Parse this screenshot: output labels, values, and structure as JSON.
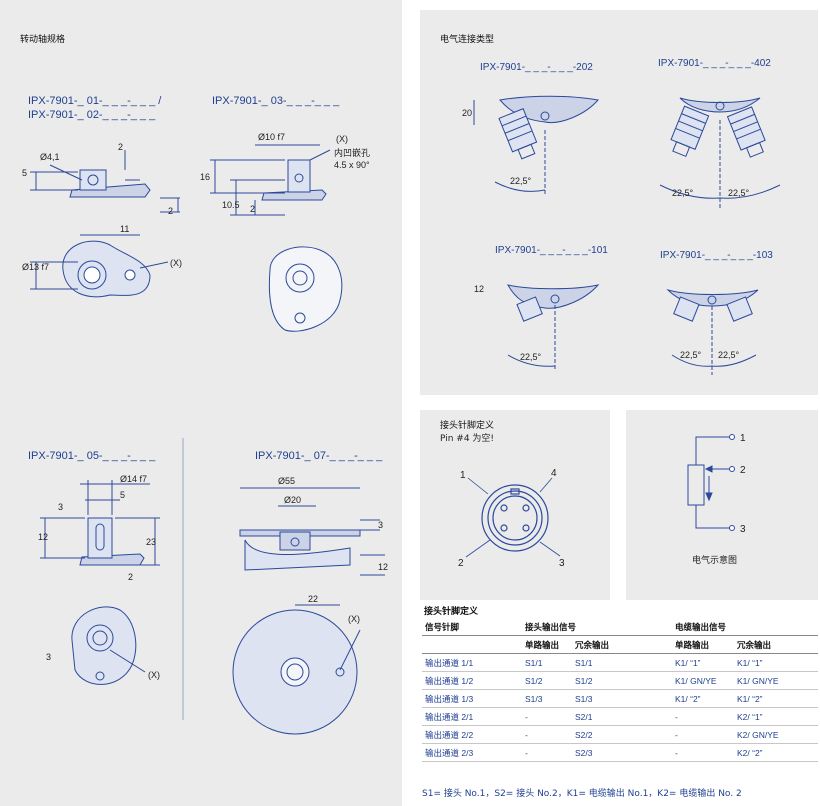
{
  "shaft": {
    "title": "转动轴规格",
    "part01_02": [
      "IPX-7901-_ 01-_ _ _-_ _ _ /",
      "IPX-7901-_ 02-_ _ _-_ _ _"
    ],
    "part03": "IPX-7901-_ 03-_ _ _-_ _ _",
    "part05": "IPX-7901-_ 05-_ _ _-_ _ _",
    "part07": "IPX-7901-_ 07-_ _ _-_ _ _",
    "dims01": {
      "d41": "Ø4,1",
      "h5": "5",
      "h2a": "2",
      "h2b": "2",
      "w11": "11",
      "d13": "Ø13 f7",
      "x": "(X)"
    },
    "dims03": {
      "d10": "Ø10 f7",
      "x": "(X)",
      "note1": "内凹嵌孔",
      "note2": "4.5 x 90°",
      "h16": "16",
      "h105": "10.5",
      "h2": "2"
    },
    "dims05": {
      "d14": "Ø14 f7",
      "w5": "5",
      "h3": "3",
      "h12": "12",
      "h23": "23",
      "h2": "2",
      "h3b": "3",
      "x": "(X)"
    },
    "dims07": {
      "d55": "Ø55",
      "d20": "Ø20",
      "h3": "3",
      "h12": "12",
      "w22": "22",
      "x": "(X)"
    }
  },
  "connection": {
    "title": "电气连接类型",
    "types": [
      {
        "code": "IPX-7901-_ _ _-_ _ _-202",
        "dim": "20",
        "angle": "22,5°"
      },
      {
        "code": "IPX-7901-_ _ _-_ _ _-402",
        "angle": "22,5°"
      },
      {
        "code": "IPX-7901-_ _ _-_ _ _-101",
        "dim": "12",
        "angle": "22,5°"
      },
      {
        "code": "IPX-7901-_ _ _-_ _ _-103",
        "angle": "22,5°"
      }
    ]
  },
  "pins": {
    "title": "接头针脚定义",
    "note": "Pin #4 为空!",
    "nums": [
      "1",
      "4",
      "2",
      "3"
    ]
  },
  "schematic": {
    "caption": "电气示意图",
    "pins": [
      "1",
      "2",
      "3"
    ]
  },
  "table": {
    "title": "接头针脚定义",
    "h1": [
      "信号针脚",
      "接头输出信号",
      "",
      "电缆输出信号",
      ""
    ],
    "h2": [
      "",
      "单路输出",
      "冗余输出",
      "单路输出",
      "冗余输出"
    ],
    "rows": [
      [
        "输出通道 1/1",
        "S1/1",
        "S1/1",
        "K1/ “1”",
        "K1/ “1”"
      ],
      [
        "输出通道 1/2",
        "S1/2",
        "S1/2",
        "K1/ GN/YE",
        "K1/ GN/YE"
      ],
      [
        "输出通道 1/3",
        "S1/3",
        "S1/3",
        "K1/ “2”",
        "K1/ “2”"
      ],
      [
        "输出通道 2/1",
        "-",
        "S2/1",
        "-",
        "K2/ “1”"
      ],
      [
        "输出通道 2/2",
        "-",
        "S2/2",
        "-",
        "K2/ GN/YE"
      ],
      [
        "输出通道 2/3",
        "-",
        "S2/3",
        "-",
        "K2/ “2”"
      ]
    ],
    "footnote": "S1= 接头 No.1，S2= 接头 No.2，K1= 电缆输出 No.1，K2= 电缆输出 No. 2"
  },
  "colors": {
    "panel": "#ebebeb",
    "drawing": "#2c4a9c",
    "text": "#1f3f8f"
  }
}
